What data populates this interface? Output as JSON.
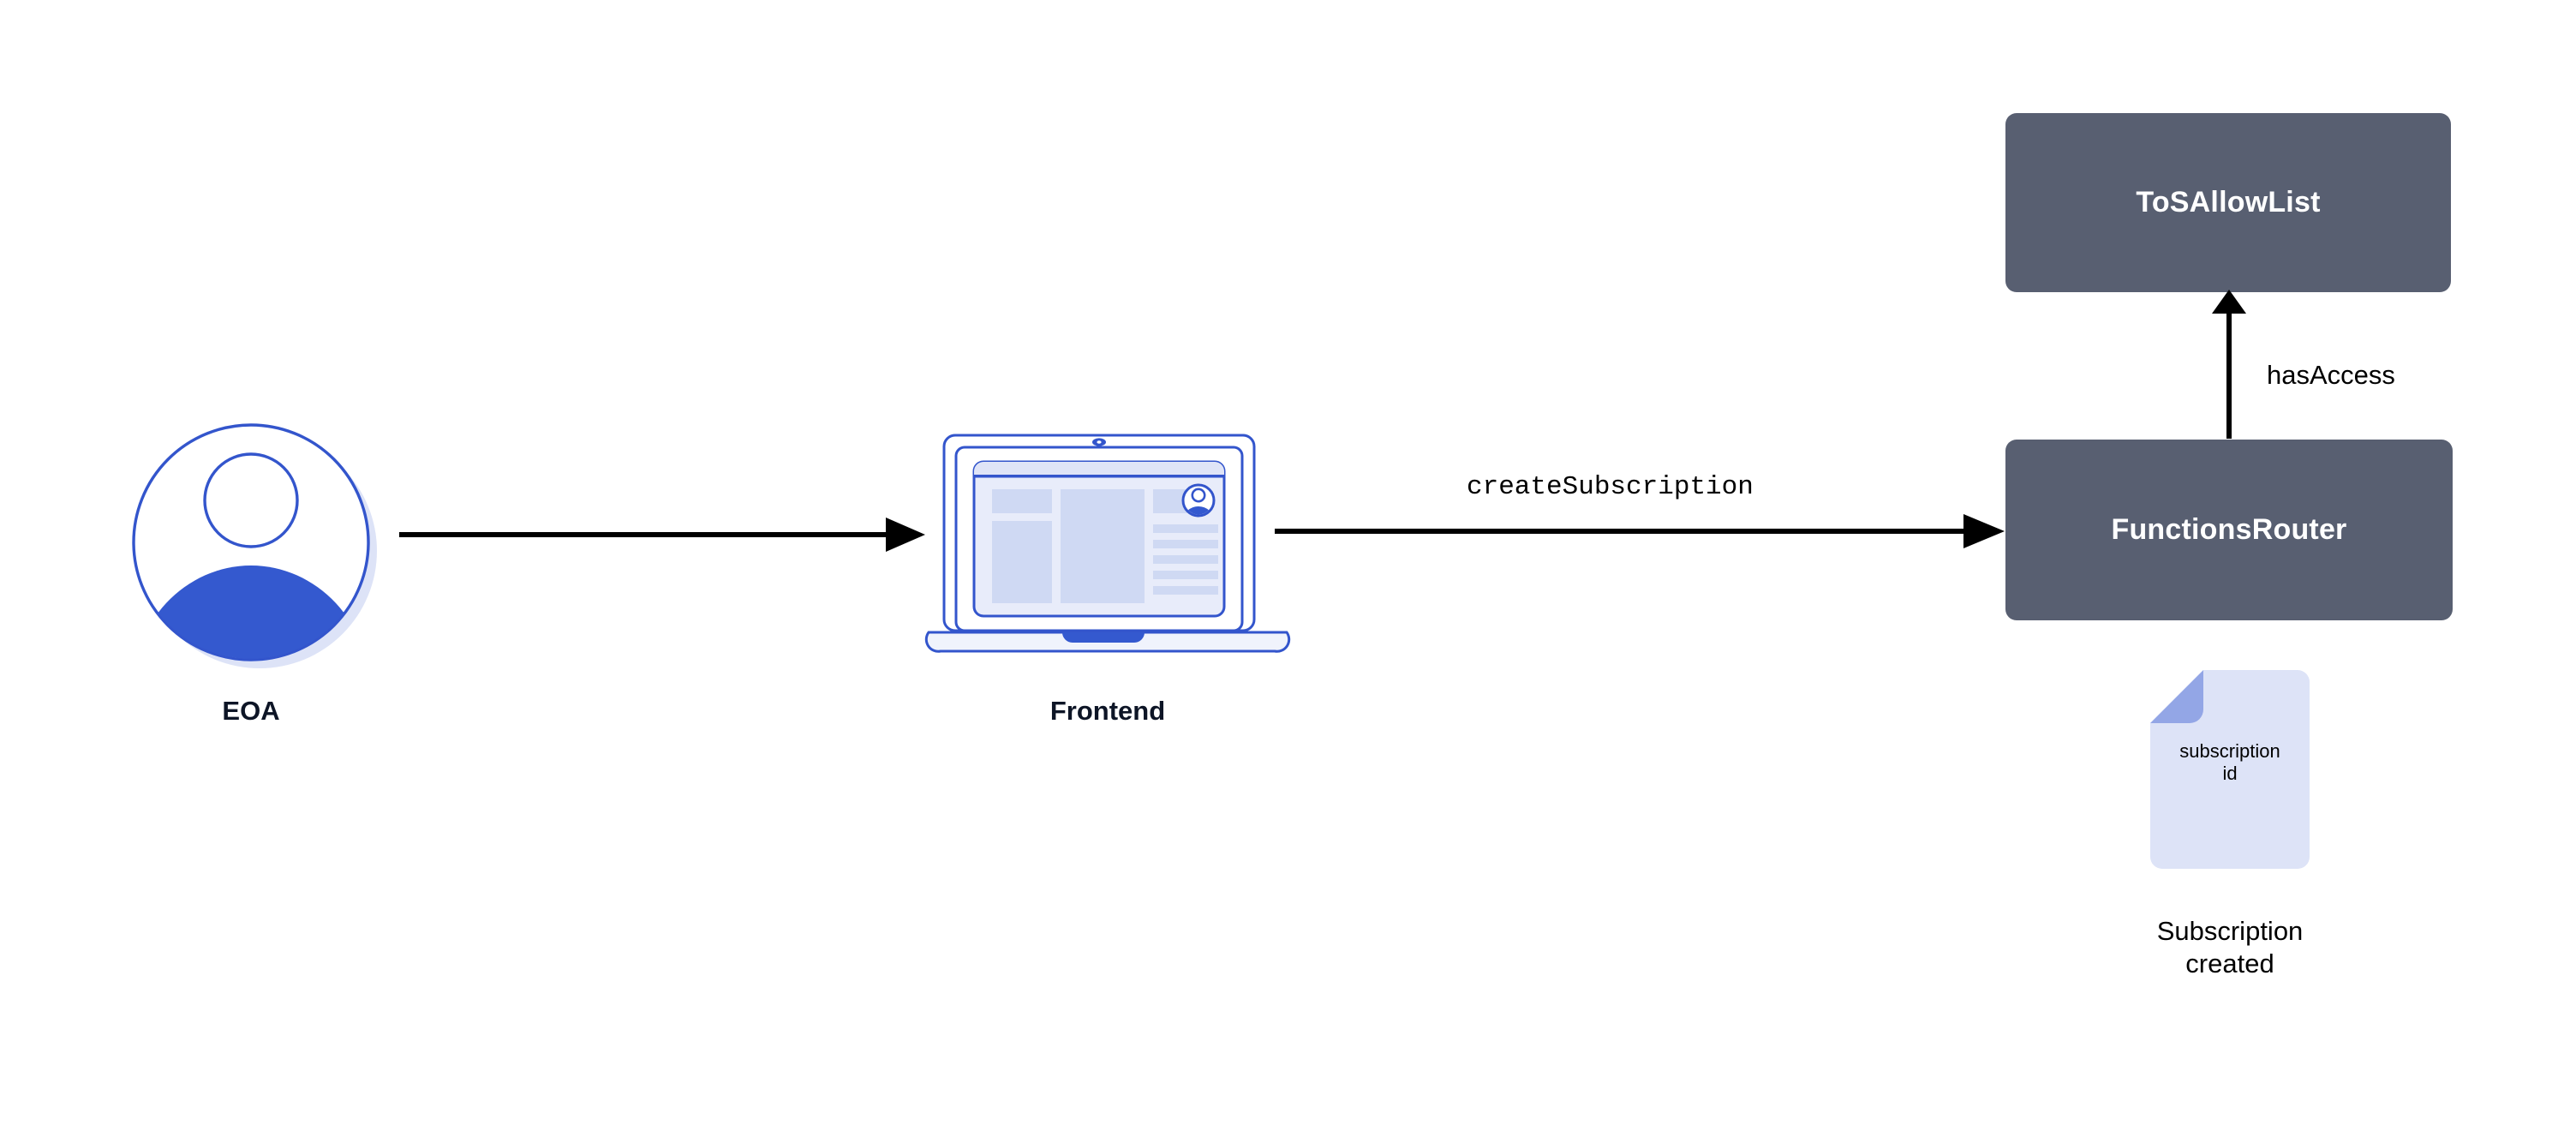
{
  "diagram": {
    "title": "Chainlink Functions subscription creation flow",
    "background": "#ffffff",
    "colors": {
      "contract_fill": "#585f71",
      "contract_text": "#ffffff",
      "accent_blue": "#3355cc",
      "accent_blue_solid": "#3459cf",
      "doc_body": "#dde3f7",
      "doc_fold": "#93a6e6",
      "screen_panel": "#cfd9f3",
      "screen_bg": "#e8ecfa",
      "arrow_black": "#000000",
      "caption_navy": "#0d1526"
    }
  },
  "nodes": {
    "eoa": {
      "label": "EOA",
      "icon": "user-avatar-icon"
    },
    "frontend": {
      "label": "Frontend",
      "icon": "laptop-icon"
    },
    "tos_allow_list": {
      "label": "ToSAllowList",
      "kind": "contract"
    },
    "functions_router": {
      "label": "FunctionsRouter",
      "kind": "contract"
    },
    "subscription_doc": {
      "doc_line_1": "subscription",
      "doc_line_2": "id",
      "caption_line_1": "Subscription",
      "caption_line_2": "created",
      "icon": "document-icon"
    }
  },
  "edges": {
    "eoa_to_frontend": {
      "label": "",
      "from": "eoa",
      "to": "frontend",
      "direction": "right"
    },
    "frontend_to_router": {
      "label": "createSubscription",
      "from": "frontend",
      "to": "functions_router",
      "direction": "right",
      "font": "mono"
    },
    "router_to_allowlist": {
      "label": "hasAccess",
      "from": "functions_router",
      "to": "tos_allow_list",
      "direction": "up",
      "font": "sans"
    }
  }
}
